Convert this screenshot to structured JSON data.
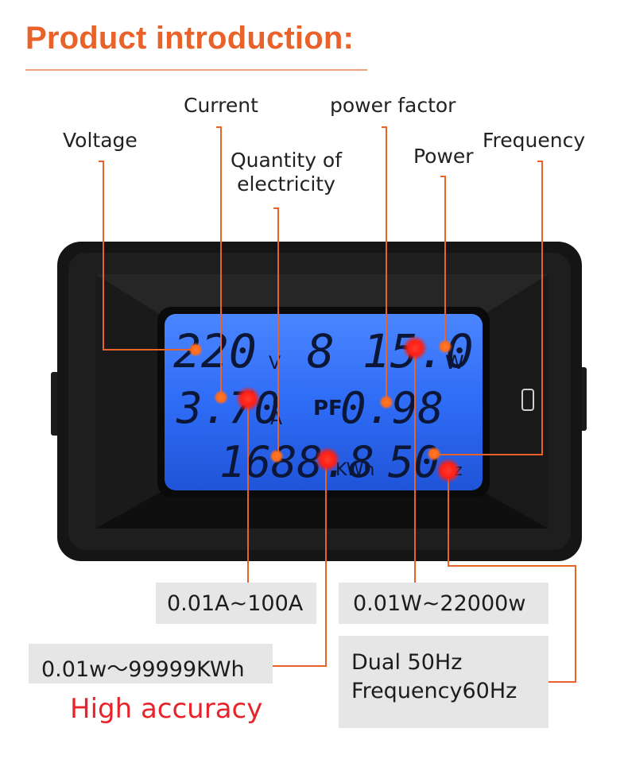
{
  "heading": "Product introduction:",
  "labels": {
    "voltage": "Voltage",
    "current": "Current",
    "quantity_line1": "Quantity of",
    "quantity_line2": "electricity",
    "power_factor": "power factor",
    "power": "Power",
    "frequency": "Frequency"
  },
  "display": {
    "voltage_value": "220",
    "voltage_unit": "V",
    "power_value": "8 15.0",
    "power_unit": "W",
    "current_value": "3.70",
    "current_unit": "A",
    "pf_label": "PF",
    "pf_value": "0.98",
    "energy_value": "1688.8",
    "energy_unit": "KWh",
    "frequency_value": "50",
    "frequency_unit": "Hz"
  },
  "specs": {
    "current_range": "0.01A~100A",
    "power_range": "0.01W~22000w",
    "energy_range": "0.01w～99999KWh",
    "frequency_line1": "Dual 50Hz",
    "frequency_line2": "Frequency60Hz"
  },
  "tagline": "High accuracy",
  "colors": {
    "accent": "#e8622a",
    "callout_line": "#e8622a",
    "marker": "#ff2a1f",
    "lcd_backlight": "#2a63f0",
    "tagline": "#e8232a"
  }
}
